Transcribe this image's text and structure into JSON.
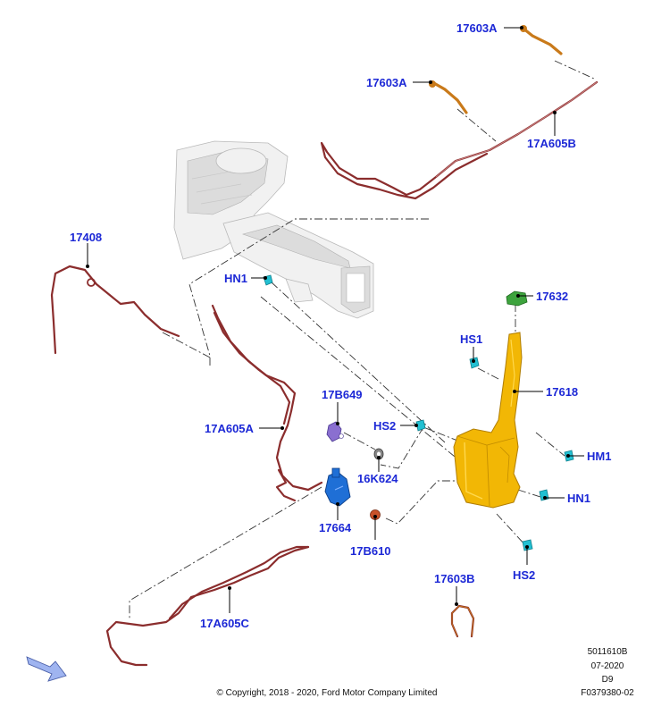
{
  "labels": {
    "l17603a_top": "17603A",
    "l17603a_mid": "17603A",
    "l17a605b": "17A605B",
    "l17408": "17408",
    "lhn1_top": "HN1",
    "l17632": "17632",
    "lhs1": "HS1",
    "l17618": "17618",
    "l17b649": "17B649",
    "lhs2_mid": "HS2",
    "l17a605a": "17A605A",
    "lhm1": "HM1",
    "l16k624": "16K624",
    "lhn1_bot": "HN1",
    "l17664": "17664",
    "l17b610": "17B610",
    "lhs2_bot": "HS2",
    "l17603b": "17603B",
    "l17a605c": "17A605C"
  },
  "footer": {
    "doc_number": "5011610B",
    "date": "07-2020",
    "revision": "D9",
    "figure_id": "F0379380-02",
    "copyright": "© Copyright, 2018 - 2020, Ford Motor Company Limited"
  },
  "colors": {
    "callout": "#1c28d6",
    "hose": "#8b2d2d",
    "nozzle": "#c97a1a",
    "reservoir": "#f2b705",
    "pump": "#1f6fd6",
    "clip": "#22c0d2",
    "cap": "#3da33d",
    "bracket": "#8a6fd0",
    "valve": "#c8522a",
    "arrow": "#9fb4f0"
  }
}
